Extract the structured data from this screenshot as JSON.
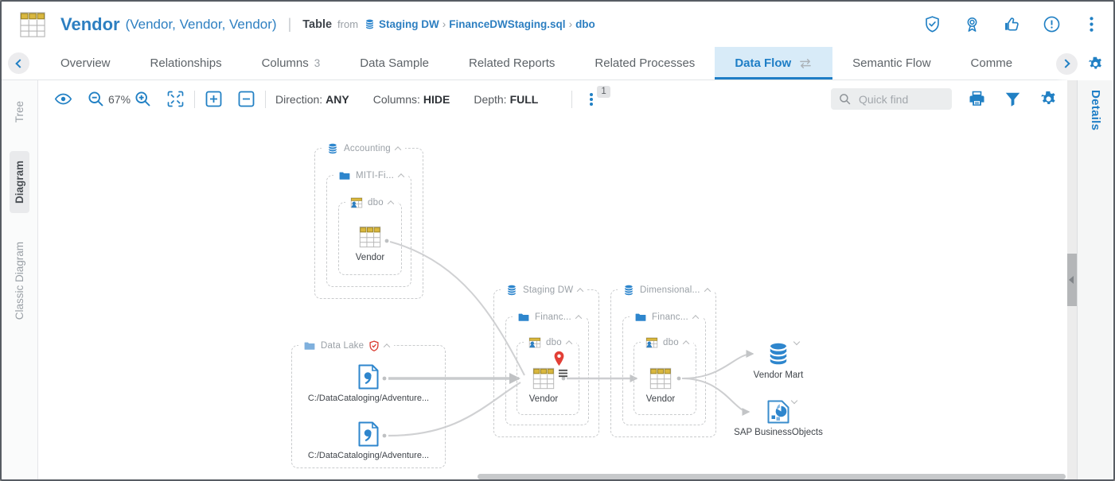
{
  "header": {
    "title": "Vendor",
    "subtitle": "(Vendor, Vendor, Vendor)",
    "type_label": "Table",
    "from_label": "from",
    "crumb_sep": "›",
    "crumbs": [
      "Staging DW",
      "FinanceDWStaging.sql",
      "dbo"
    ],
    "actions": [
      "shield-check",
      "certification-medal",
      "thumbs-up",
      "alert-circle",
      "more-vertical"
    ]
  },
  "tabs": {
    "items": [
      {
        "label": "Overview"
      },
      {
        "label": "Relationships"
      },
      {
        "label": "Columns",
        "count": "3"
      },
      {
        "label": "Data Sample"
      },
      {
        "label": "Related Reports"
      },
      {
        "label": "Related Processes"
      },
      {
        "label": "Data Flow",
        "active": true
      },
      {
        "label": "Semantic Flow"
      },
      {
        "label": "Comme"
      }
    ]
  },
  "side_tabs": {
    "items": [
      {
        "label": "Tree"
      },
      {
        "label": "Diagram",
        "active": true
      },
      {
        "label": "Classic Diagram"
      }
    ]
  },
  "toolbar": {
    "zoom": "67%",
    "direction_label": "Direction:",
    "direction_value": "ANY",
    "columns_label": "Columns:",
    "columns_value": "HIDE",
    "depth_label": "Depth:",
    "depth_value": "FULL",
    "more_badge": "1",
    "search_placeholder": "Quick find",
    "icons": [
      "eye",
      "zoom-out",
      "zoom-in",
      "fit-screen",
      "expand-all",
      "collapse-all",
      "print",
      "filter",
      "settings"
    ]
  },
  "details_panel": {
    "label": "Details"
  },
  "diagram": {
    "accounting": {
      "label": "Accounting",
      "model": "MITI-Fi...",
      "schema": "dbo",
      "table": "Vendor"
    },
    "data_lake": {
      "label": "Data Lake",
      "files": [
        "C:/DataCataloging/Adventure...",
        "C:/DataCataloging/Adventure..."
      ]
    },
    "staging": {
      "label": "Staging DW",
      "folder": "Financ...",
      "schema": "dbo",
      "table": "Vendor"
    },
    "dimensional": {
      "label": "Dimensional...",
      "folder": "Financ...",
      "schema": "dbo",
      "table": "Vendor"
    },
    "targets": {
      "mart": "Vendor Mart",
      "sap": "SAP BusinessObjects"
    }
  },
  "colors": {
    "accent": "#2180c4",
    "title_blue": "#2d7fc1",
    "active_tab_bg": "#d8ebf8",
    "table_gold": "#d9b73e",
    "wire_gray": "#cdced0",
    "alert_red": "#e23f36"
  }
}
